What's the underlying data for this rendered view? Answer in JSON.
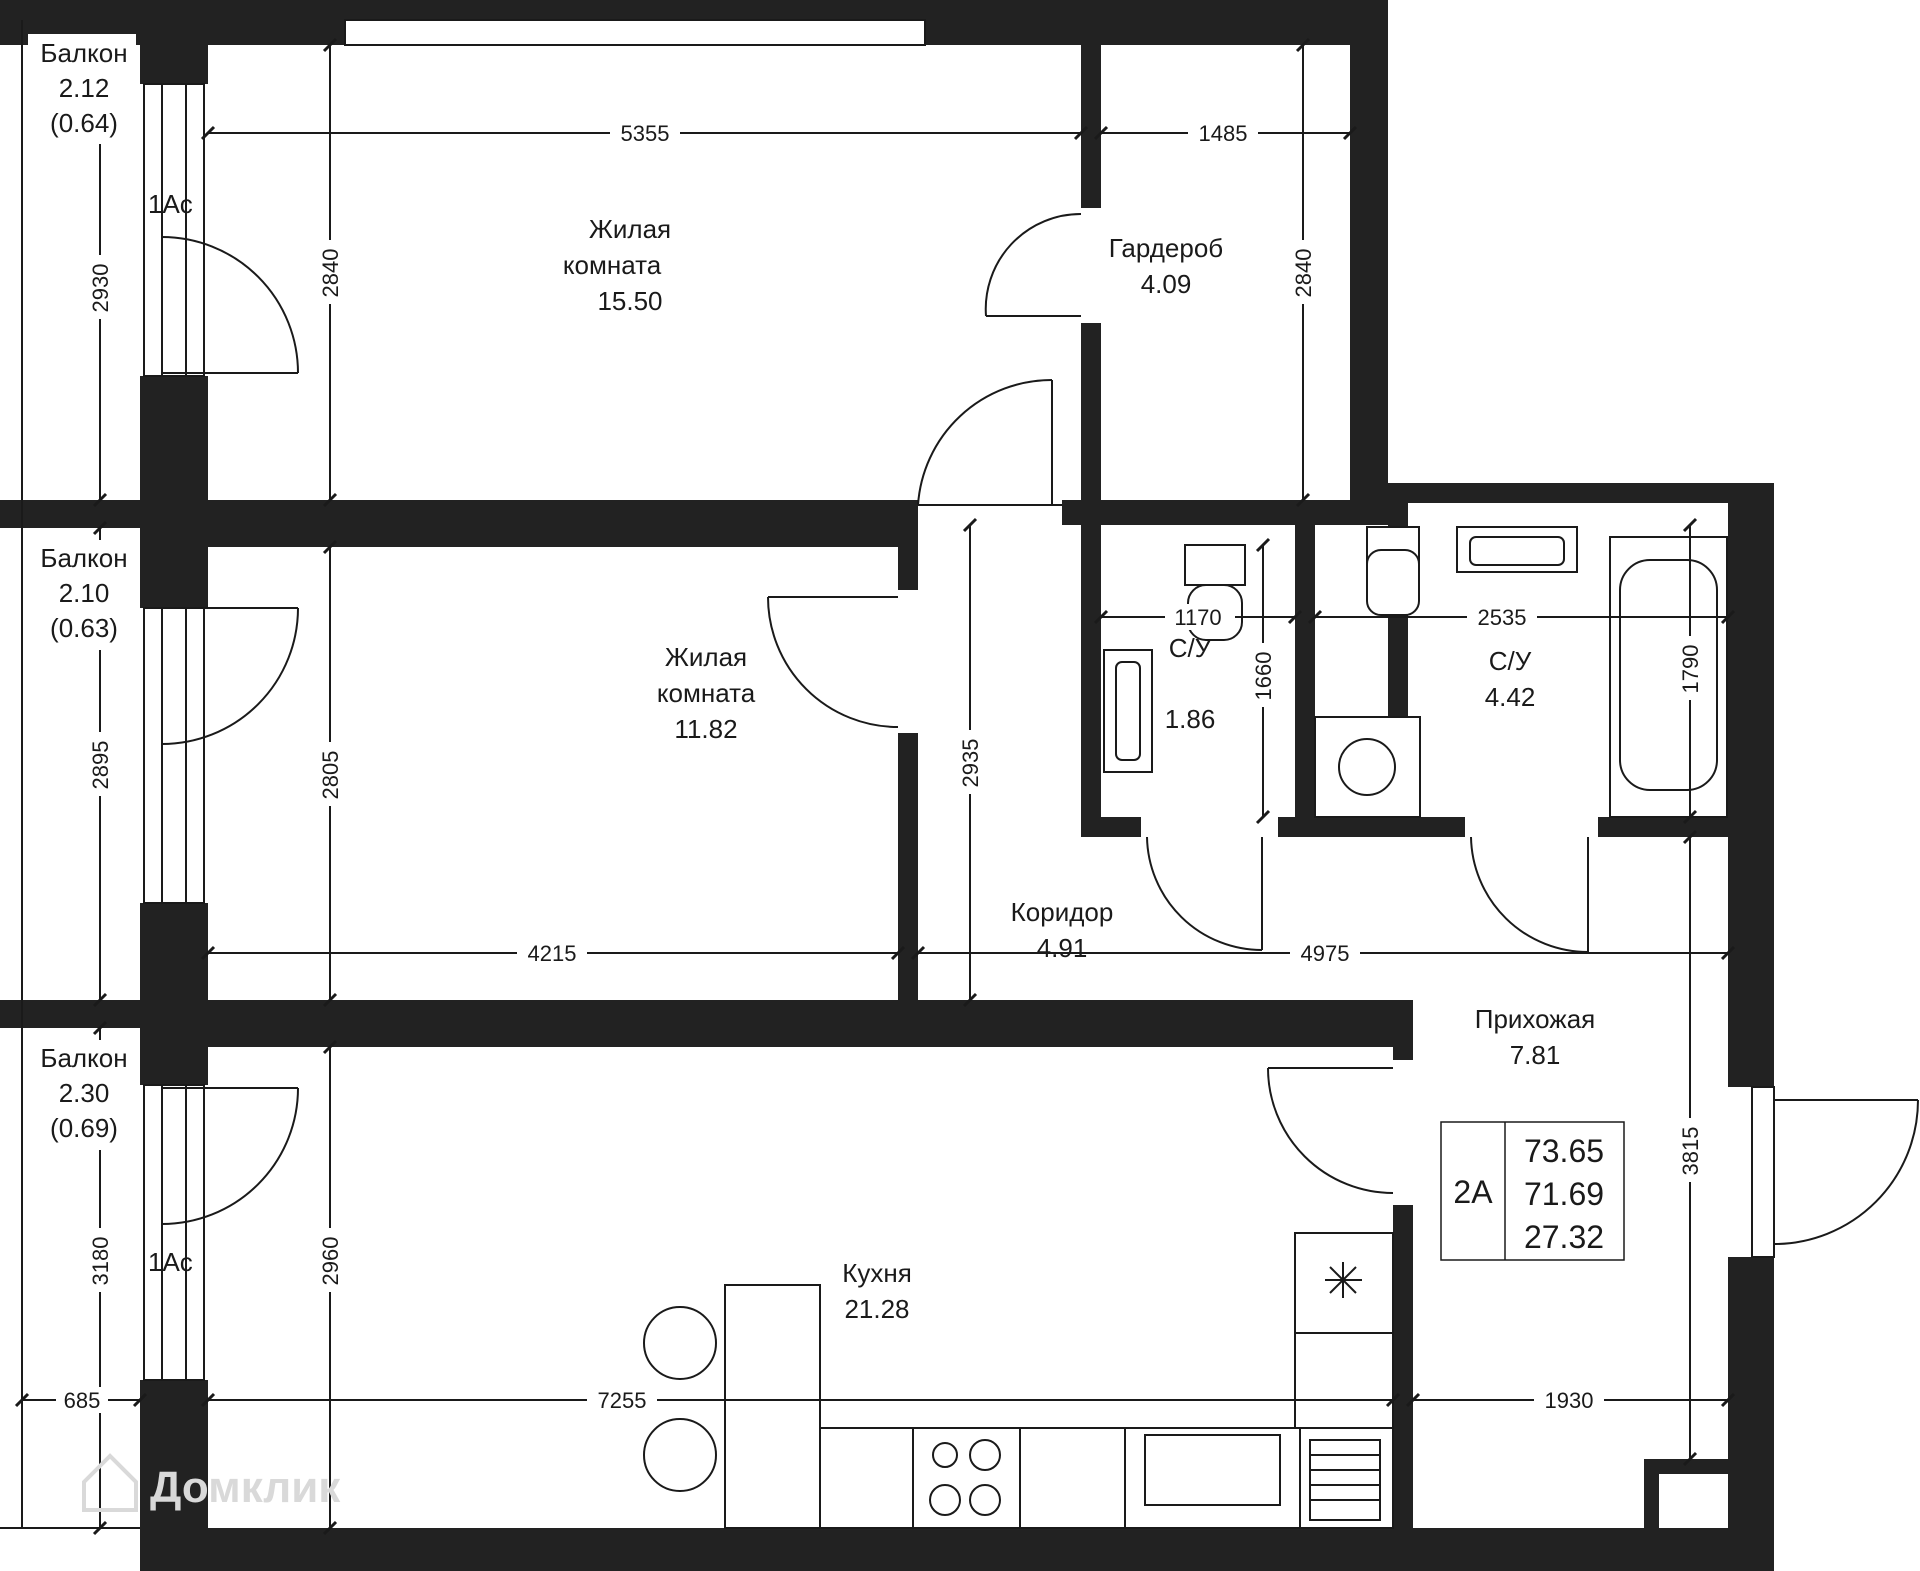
{
  "rooms": {
    "living1": {
      "name_line1": "Жилая",
      "name_line2": "комната",
      "area": "15.50"
    },
    "wardrobe": {
      "name": "Гардероб",
      "area": "4.09"
    },
    "living2": {
      "name_line1": "Жилая",
      "name_line2": "комната",
      "area": "11.82"
    },
    "bath_small": {
      "name": "С/У",
      "area": "1.86"
    },
    "bath_large": {
      "name": "С/У",
      "area": "4.42"
    },
    "corridor": {
      "name": "Коридор",
      "area": "4.91"
    },
    "hall": {
      "name": "Прихожая",
      "area": "7.81"
    },
    "kitchen": {
      "name": "Кухня",
      "area": "21.28"
    }
  },
  "balconies": [
    {
      "name": "Балкон",
      "area": "2.12",
      "reduced": "(0.64)"
    },
    {
      "name": "Балкон",
      "area": "2.10",
      "reduced": "(0.63)"
    },
    {
      "name": "Балкон",
      "area": "2.30",
      "reduced": "(0.69)"
    }
  ],
  "dimensions": {
    "d5355": "5355",
    "d1485": "1485",
    "d2930": "2930",
    "d2840a": "2840",
    "d2840b": "2840",
    "d2895": "2895",
    "d2805": "2805",
    "d2935": "2935",
    "d4215": "4215",
    "d1170": "1170",
    "d1660": "1660",
    "d2535": "2535",
    "d1790": "1790",
    "d4975": "4975",
    "d3180": "3180",
    "d2960": "2960",
    "d685": "685",
    "d7255": "7255",
    "d1930": "1930",
    "d3815": "3815"
  },
  "window_marks": [
    "1Ас",
    "1Ас"
  ],
  "summary": {
    "type": "2А",
    "total": "73.65",
    "living_total": "71.69",
    "living": "27.32"
  },
  "watermark": "Домклик",
  "colors": {
    "wall": "#222222",
    "line": "#1a1a1a",
    "background": "#ffffff"
  }
}
